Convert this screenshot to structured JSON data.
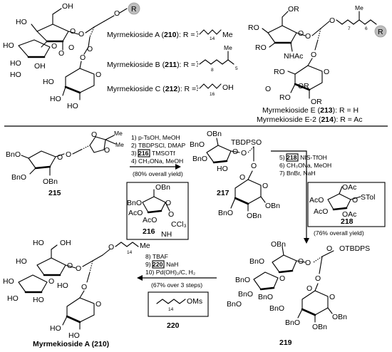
{
  "top": {
    "left_core": {
      "atoms": [
        "HO",
        "OH",
        "HO",
        "O",
        "O",
        "O",
        "HO",
        "OH",
        "O",
        "HO",
        "HO",
        "O",
        "O",
        "O",
        "HO",
        "HO",
        "O",
        "O"
      ],
      "r_badge": "R"
    },
    "names": [
      {
        "text": "Myrmekioside A (",
        "num": "210",
        "tail": "): R ="
      },
      {
        "text": "Myrmekioside B (",
        "num": "211",
        "tail": "): R ="
      },
      {
        "text": "Myrmekioside C (",
        "num": "212",
        "tail": "): R ="
      }
    ],
    "chains": {
      "a_sub": "14",
      "a_end": "Me",
      "b_sub1": "8",
      "b_sub2": "5",
      "b_me": "Me",
      "c_sub": "16",
      "c_end": "OH"
    },
    "right_core": {
      "atoms": [
        "OR",
        "O",
        "RO",
        "RO",
        "NHAc",
        "O",
        "O",
        "O",
        "RO",
        "RO",
        "OR",
        "OR",
        "O",
        "O"
      ],
      "chain_sub1": "7",
      "chain_sub2": "6",
      "chain_me": "Me",
      "r_badge": "R"
    },
    "e_lines": [
      {
        "text": "Myrmekioside E (",
        "num": "213",
        "tail": "): R = H"
      },
      {
        "text": "Myrmekioside E-2 (",
        "num": "214",
        "tail": "): R = Ac"
      }
    ]
  },
  "scheme": {
    "s215": {
      "num": "215",
      "atoms": [
        "O",
        "O",
        "Me",
        "Me",
        "BnO",
        "O",
        "O",
        "BnO",
        "OBn"
      ]
    },
    "step1": {
      "lines": [
        "1) p-TsOH, MeOH",
        "2) TBDPSCl, DMAP",
        "3)",
        "216",
        ", TMSOTf",
        "4) CH₃ONa, MeOH"
      ],
      "yield": "(80% overall yield)"
    },
    "s216": {
      "num": "216",
      "atoms": [
        "OBn",
        "O",
        "BnO",
        "AcO",
        "AcO",
        "O",
        "CCl₃",
        "NH"
      ]
    },
    "s217": {
      "num": "217",
      "atoms": [
        "OBn",
        "TBDPSO",
        "BnO",
        "BnO",
        "HO",
        "O",
        "O",
        "O",
        "O",
        "OBn",
        "O",
        "OBn",
        "BnO"
      ]
    },
    "step2": {
      "lines": [
        "5)",
        "218",
        ", NIS-TfOH",
        "6) CH₃ONa, MeOH",
        "7) BnBr, NaH"
      ],
      "yield": "(76% overall yield)"
    },
    "s218": {
      "num": "218",
      "atoms": [
        "OAc",
        "O",
        "AcO",
        "AcO",
        "OAc",
        "STol"
      ]
    },
    "s219": {
      "num": "219",
      "atoms": [
        "OBn",
        "OTBDPS",
        "BnO",
        "BnO",
        "BnO",
        "BnO",
        "O",
        "O",
        "BnO",
        "BnO",
        "O",
        "O",
        "O",
        "O",
        "OBn",
        "O",
        "OBn",
        "BnO"
      ]
    },
    "step3": {
      "lines": [
        "8) TBAF",
        "9)",
        "220",
        ", NaH",
        "10) Pd(OH)₂/C, H₂"
      ],
      "yield": "(67% over 3 steps)"
    },
    "s220": {
      "num": "220",
      "sub": "14",
      "end": "OMs"
    },
    "product": {
      "label": "Myrmekioside A (210)",
      "sub": "14",
      "end": "Me",
      "atoms": [
        "HO",
        "OH",
        "HO",
        "HO",
        "O",
        "O",
        "HO",
        "HO",
        "HO",
        "O",
        "O",
        "O",
        "O",
        "HO",
        "HO"
      ]
    }
  }
}
